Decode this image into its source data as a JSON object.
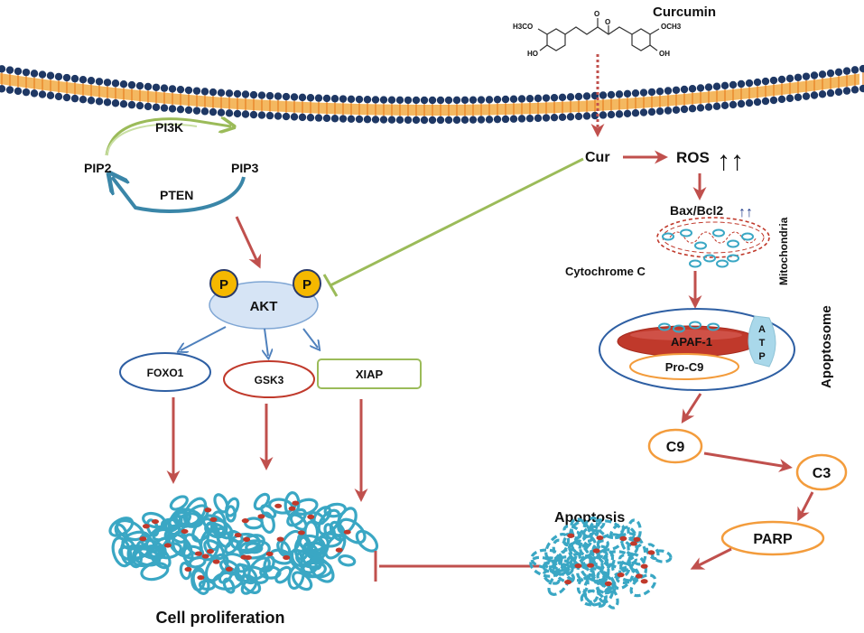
{
  "molecule": {
    "name": "Curcumin",
    "groups": {
      "left_methoxy": "H3CO",
      "right_methoxy": "OCH3",
      "left_hydroxyl": "HO",
      "right_hydroxyl": "OH",
      "oxygen": "O"
    }
  },
  "pi3k_cycle": {
    "pi3k": "PI3K",
    "pip2": "PIP2",
    "pip3": "PIP3",
    "pten": "PTEN"
  },
  "akt": {
    "label": "AKT",
    "phospho": "P"
  },
  "targets": {
    "foxo1": "FOXO1",
    "gsk3": "GSK3",
    "xiap": "XIAP"
  },
  "cur": "Cur",
  "ros": "ROS",
  "ros_arrows": "↑↑",
  "bax": "Bax/Bcl2",
  "bax_arrows": "↑↑",
  "mitochondria": "Mitochondria",
  "cytochrome": "Cytochrome C",
  "apoptosome": {
    "label": "Apoptosome",
    "apaf": "APAF-1",
    "proc9": "Pro-C9",
    "atp": [
      "A",
      "T",
      "P"
    ]
  },
  "caspases": {
    "c9": "C9",
    "c3": "C3",
    "parp": "PARP"
  },
  "apoptosis": "Apoptosis",
  "proliferation": "Cell proliferation",
  "colors": {
    "arrow_red": "#c0504d",
    "inhibit_green": "#9bbb59",
    "blue_arrow": "#4f81bd",
    "membrane_blue": "#1f3864",
    "membrane_orange": "#e67e22",
    "phospho_yellow": "#f5b800",
    "apaf_red": "#c0392b",
    "atp_blue": "#a9d8ea",
    "caspase_orange": "#f39c3c"
  }
}
